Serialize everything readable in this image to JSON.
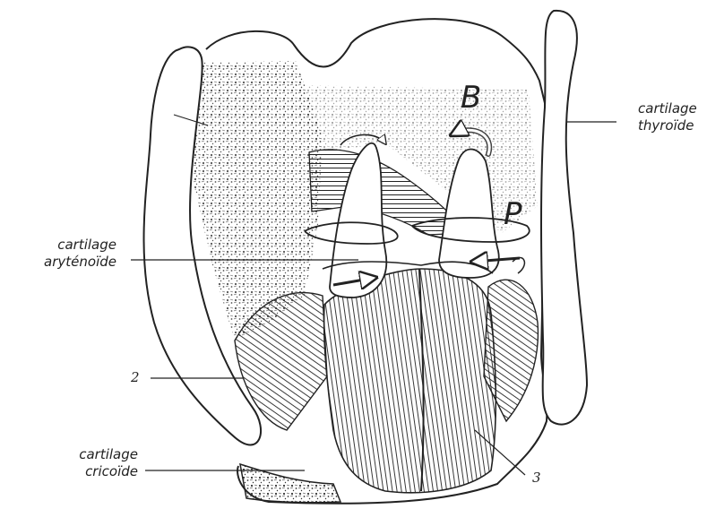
{
  "labels": {
    "thyroid": [
      "cartilage",
      "thyroïde"
    ],
    "arytenoid": [
      "cartilage",
      "aryténoïde"
    ],
    "cricoid": [
      "cartilage",
      "cricoïde"
    ],
    "muscle_2": "2",
    "muscle_3": "3",
    "rotation_B": "B",
    "rotation_P": "P"
  },
  "colors": {
    "ink": "#222222",
    "stipple": "#333333",
    "paper": "#ffffff"
  }
}
